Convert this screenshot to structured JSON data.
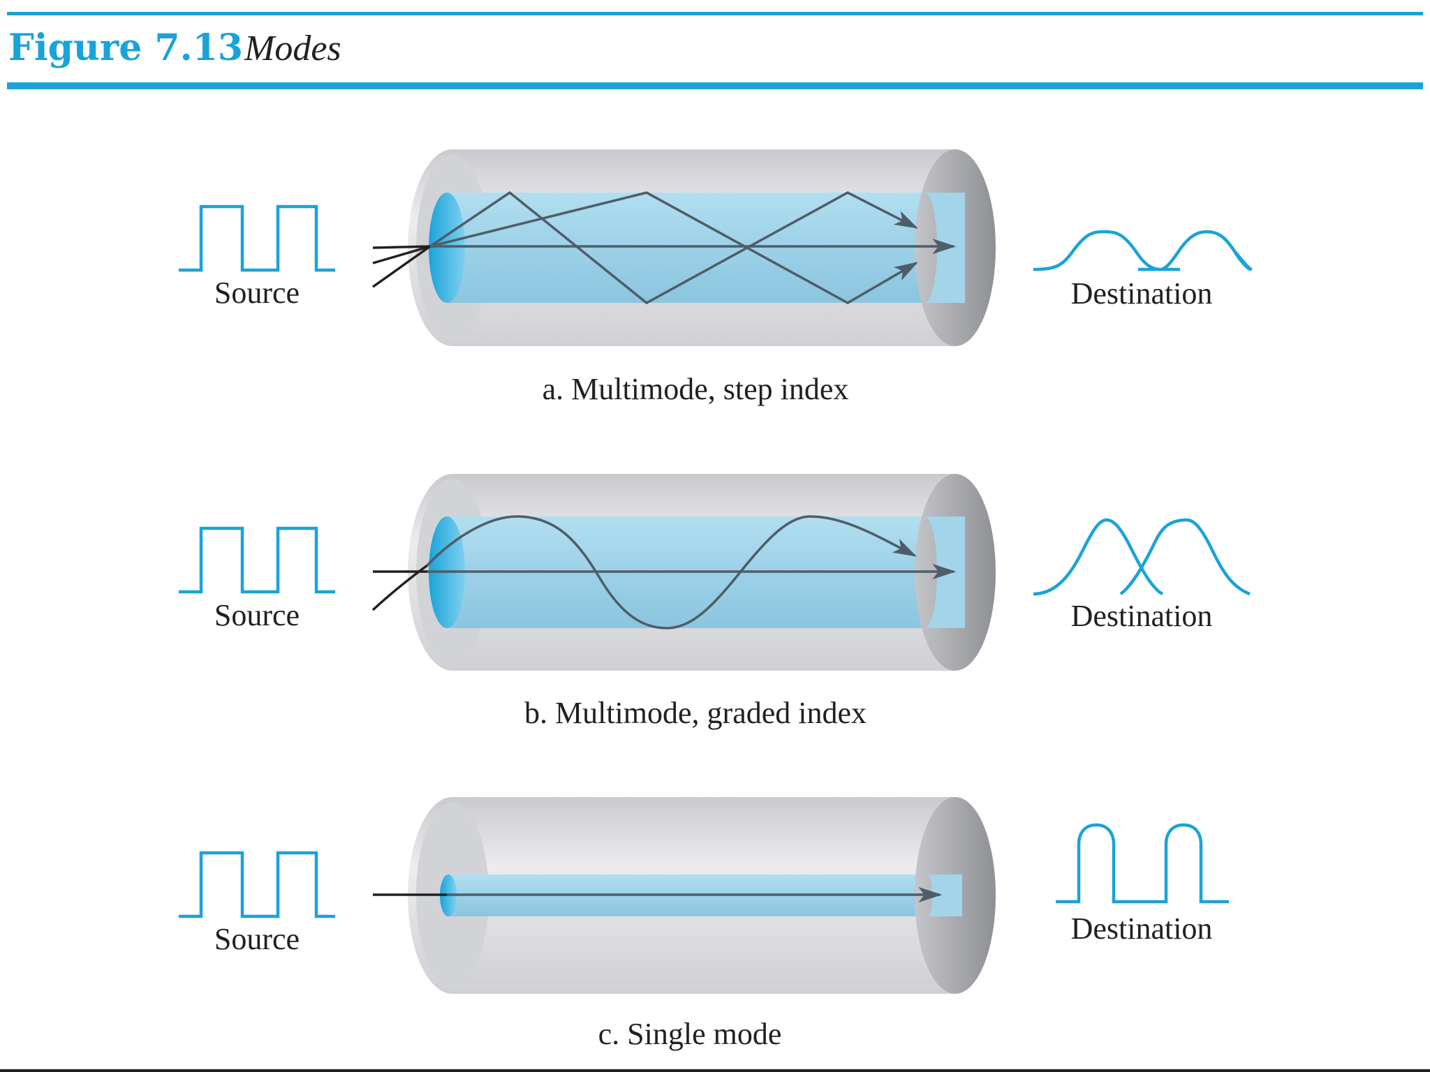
{
  "figure": {
    "label": "Figure 7.13",
    "title": "Modes"
  },
  "panels": [
    {
      "id": "a",
      "source_label": "Source",
      "destination_label": "Destination",
      "caption": "a. Multimode, step index"
    },
    {
      "id": "b",
      "source_label": "Source",
      "destination_label": "Destination",
      "caption": "b. Multimode, graded index"
    },
    {
      "id": "c",
      "source_label": "Source",
      "destination_label": "Destination",
      "caption": "c. Single mode"
    }
  ],
  "colors": {
    "accent": "#1aa3d8",
    "core": "#8fcde6",
    "cladding": "#d9dadc",
    "ray": "#4e5d68",
    "text": "#231f20"
  }
}
